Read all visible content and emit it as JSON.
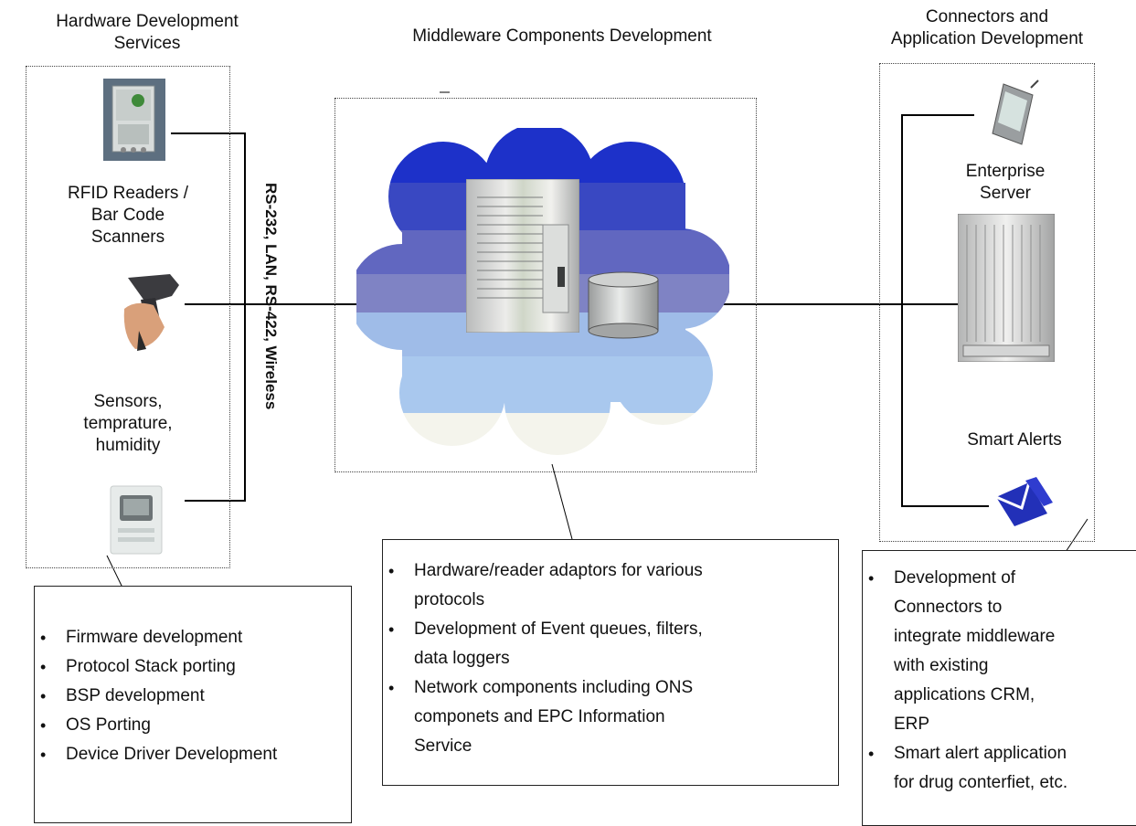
{
  "headers": {
    "hardware": [
      "Hardware Development",
      "Services"
    ],
    "middleware": "Middleware Components Development",
    "connectors": [
      "Connectors and",
      "Application Development"
    ]
  },
  "left_labels": {
    "rfid": [
      "RFID Readers /",
      "Bar Code",
      "Scanners"
    ],
    "sensors": [
      "Sensors,",
      "temprature,",
      "humidity"
    ]
  },
  "link_label": "RS-232, LAN, RS-422, Wireless",
  "right_labels": {
    "enterprise": [
      "Enterprise",
      "Server"
    ],
    "alerts": "Smart Alerts"
  },
  "boxes": {
    "hardware_services": [
      "Firmware development",
      "Protocol Stack porting",
      "BSP development",
      "OS Porting",
      "Device Driver Development"
    ],
    "middleware_services": [
      [
        "Hardware/reader  adaptors for various",
        "protocols"
      ],
      [
        "Development of Event queues, filters,",
        "data loggers"
      ],
      [
        "Network components including ONS",
        "componets and EPC Information",
        "Service"
      ]
    ],
    "application_services": [
      [
        "Development of",
        "Connectors to",
        "integrate middleware",
        "with existing",
        "applications CRM,",
        "ERP"
      ],
      [
        "Smart alert application",
        "for drug conterfiet, etc."
      ]
    ]
  },
  "icons": [
    "rfid-reader-box-icon",
    "barcode-scanner-icon",
    "sensor-device-icon",
    "middleware-server-icon",
    "database-cylinder-icon",
    "pda-icon",
    "enterprise-server-icon",
    "smart-alert-envelope-icon"
  ],
  "colors": {
    "cloud_top": "#1d31c9",
    "cloud_mid": "#7f83c4",
    "cloud_light": "#a9c8ee",
    "cloud_bottom": "#f4f4ec"
  }
}
